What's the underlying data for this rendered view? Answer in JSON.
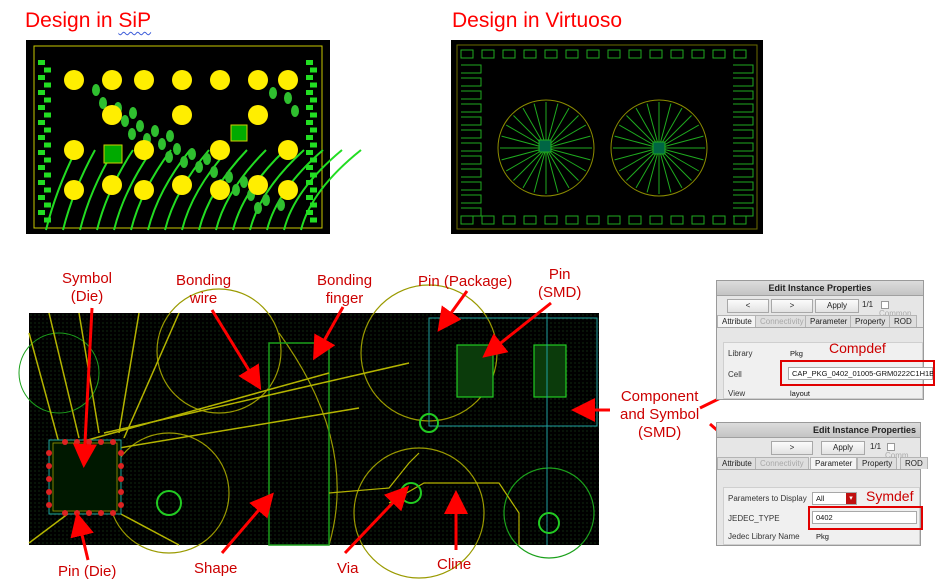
{
  "titles": {
    "sip_prefix": "Design in ",
    "sip_tool": "SiP",
    "virtuoso": "Design in Virtuoso"
  },
  "labels": {
    "symbol_die": [
      "Symbol",
      "(Die)"
    ],
    "bonding_wire": [
      "Bonding",
      "wire"
    ],
    "bonding_finger": [
      "Bonding",
      "finger"
    ],
    "pin_package": "Pin (Package)",
    "pin_smd": [
      "Pin",
      "(SMD)"
    ],
    "component_symbol": [
      "Component",
      "and Symbol",
      "(SMD)"
    ],
    "pin_die": "Pin (Die)",
    "shape": "Shape",
    "via": "Via",
    "cline": "Cline"
  },
  "dialog1": {
    "title": "Edit Instance Properties",
    "back": "<",
    "forward": ">",
    "apply": "Apply",
    "page": "1/1",
    "common": "Common",
    "tabs": [
      "Attribute",
      "Connectivity",
      "Parameter",
      "Property",
      "ROD"
    ],
    "library_label": "Library",
    "library_value": "Pkg",
    "cell_label": "Cell",
    "cell_value": "CAP_PKG_0402_01005-GRM0222C1H1B",
    "view_label": "View",
    "view_value": "layout",
    "annotation": "Compdef"
  },
  "dialog2": {
    "title": "Edit Instance Properties",
    "forward": ">",
    "apply": "Apply",
    "page": "1/1",
    "common": "Comm",
    "tabs": [
      "Attribute",
      "Connectivity",
      "Parameter",
      "Property",
      "ROD"
    ],
    "params_label": "Parameters to Display",
    "params_value": "All",
    "jedec_label": "JEDEC_TYPE",
    "jedec_value": "0402",
    "jedec_lib_label": "Jedec Library Name",
    "jedec_lib_value": "Pkg",
    "annotation": "Symdef"
  },
  "colors": {
    "accent_red": "#ff0000",
    "pcb_bg": "#000000",
    "trace_green": "#22dd22",
    "pad_yellow": "#ffee00",
    "outline_yellow": "#c8c800"
  }
}
